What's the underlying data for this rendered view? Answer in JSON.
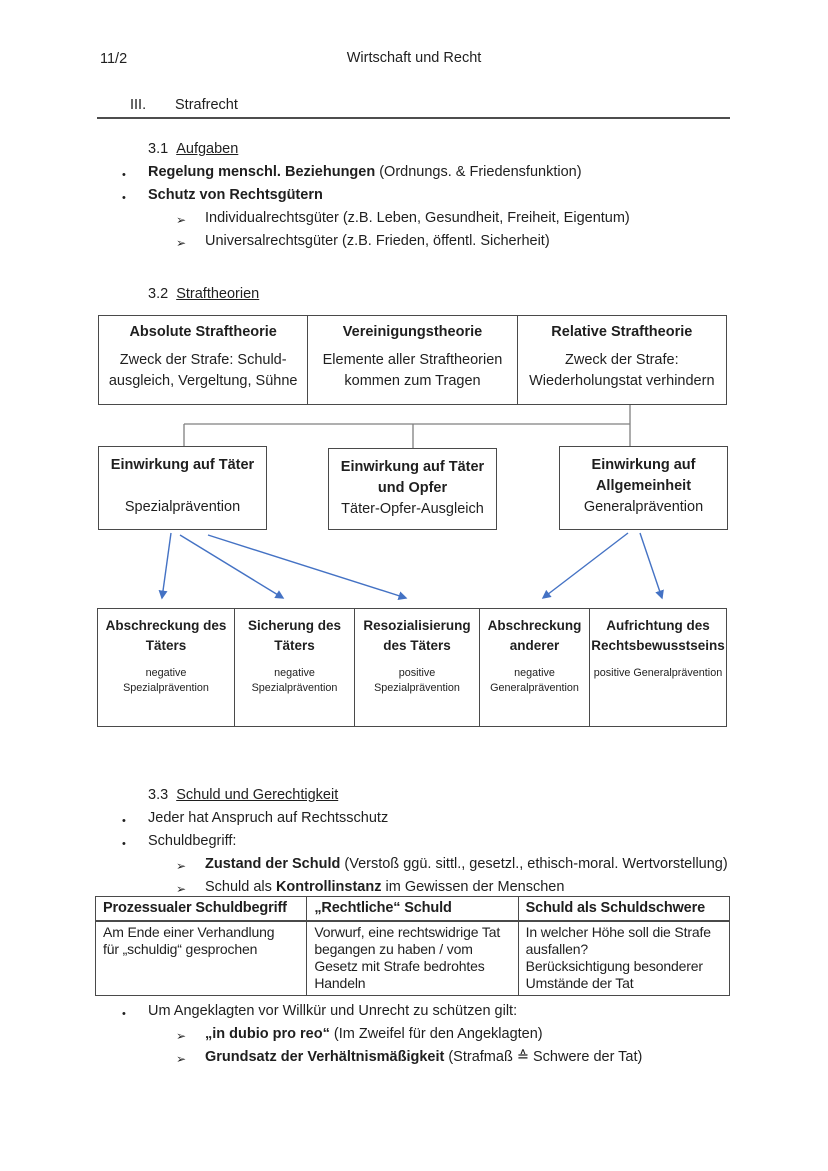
{
  "glyphs": {
    "bullet": "•",
    "chevron": "➢"
  },
  "colors": {
    "arrow": "#4472c4",
    "table_border": "#4a4a4a",
    "connector": "#7f7f7f",
    "text": "#1f1f1f"
  },
  "page": {
    "corner": "11/2",
    "title": "Wirtschaft und Recht"
  },
  "heading": {
    "numeral": "III.",
    "title": "Strafrecht"
  },
  "s31": {
    "number": "3.1",
    "title": "Aufgaben",
    "items": {
      "b1_bold": "Regelung menschl. Beziehungen",
      "b1_rest": " (Ordnungs. & Friedensfunktion)",
      "b2_bold": "Schutz von Rechtsgütern",
      "sub1": "Individualrechtsgüter (z.B. Leben, Gesundheit, Freiheit, Eigentum)",
      "sub2": "Universalrechtsgüter (z.B. Frieden, öffentl. Sicherheit)"
    }
  },
  "s32": {
    "number": "3.2",
    "title": "Straftheorien",
    "theories": [
      {
        "title": "Absolute Straftheorie",
        "line1": "Zweck der Strafe: Schuld-",
        "line2": "ausgleich, Vergeltung, Sühne"
      },
      {
        "title": "Vereinigungstheorie",
        "line1": "Elemente aller Straftheorien",
        "line2": "kommen zum Tragen"
      },
      {
        "title": "Relative Straftheorie",
        "line1": "Zweck der Strafe:",
        "line2": "Wiederholungstat verhindern"
      }
    ],
    "effects": [
      {
        "t1": "Einwirkung auf Täter",
        "t2": "",
        "body": "Spezialprävention"
      },
      {
        "t1": "Einwirkung auf Täter",
        "t2": "und Opfer",
        "body": "Täter-Opfer-Ausgleich"
      },
      {
        "t1": "Einwirkung auf",
        "t2": "Allgemeinheit",
        "body": "Generalprävention"
      }
    ],
    "goals": [
      {
        "t1": "Abschreckung des",
        "t2": "Täters",
        "s1": "negative",
        "s2": "Spezialprävention"
      },
      {
        "t1": "Sicherung des",
        "t2": "Täters",
        "s1": "negative",
        "s2": "Spezialprävention"
      },
      {
        "t1": "Resozialisierung",
        "t2": "des Täters",
        "s1": "positive",
        "s2": "Spezialprävention"
      },
      {
        "t1": "Abschreckung",
        "t2": "anderer",
        "s1": "negative",
        "s2": "Generalprävention"
      },
      {
        "t1": "Aufrichtung des",
        "t2": "Rechtsbewusstseins",
        "s1": "positive Generalprävention",
        "s2": ""
      }
    ]
  },
  "s33": {
    "number": "3.3",
    "title": "Schuld und Gerechtigkeit",
    "b1": "Jeder hat Anspruch auf Rechtsschutz",
    "b2": "Schuldbegriff:",
    "sub1_bold": "Zustand der Schuld",
    "sub1_rest": " (Verstoß ggü. sittl., gesetzl., ethisch-moral. Wertvorstellung)",
    "sub2_pre": "Schuld als ",
    "sub2_bold": "Kontrollinstanz",
    "sub2_rest": " im Gewissen der Menschen"
  },
  "schuld_table": {
    "headers": [
      "Prozessualer Schuldbegriff",
      "„Rechtliche“ Schuld",
      "Schuld als Schuldschwere"
    ],
    "body": [
      {
        "lines": [
          "Am Ende einer Verhandlung",
          "für „schuldig“ gesprochen"
        ]
      },
      {
        "lines": [
          "Vorwurf, eine rechtswidrige Tat",
          "begangen zu haben / vom",
          "Gesetz mit Strafe bedrohtes",
          "Handeln"
        ]
      },
      {
        "lines": [
          "In welcher Höhe soll die Strafe",
          "ausfallen?",
          "Berücksichtigung besonderer",
          "Umstände der Tat"
        ]
      }
    ]
  },
  "final": {
    "b1": "Um Angeklagten vor Willkür und Unrecht zu schützen gilt:",
    "sub1_bold": "„in dubio pro reo“",
    "sub1_rest": " (Im Zweifel für den Angeklagten)",
    "sub2_bold": "Grundsatz der Verhältnismäßigkeit",
    "sub2_rest": " (Strafmaß ≙ Schwere der Tat)"
  }
}
